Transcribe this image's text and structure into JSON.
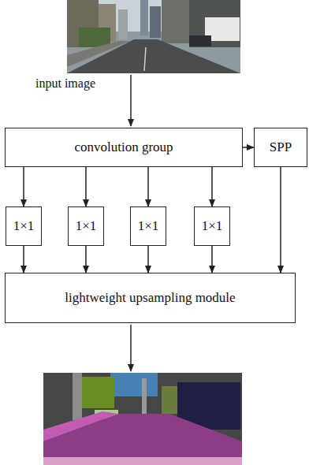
{
  "diagram": {
    "nodes": [
      {
        "text": [
          "convolution group"
        ]
      },
      {
        "text": [
          "SPP"
        ]
      },
      {
        "text": [
          "1×1"
        ]
      },
      {
        "text": [
          "1×1"
        ]
      },
      {
        "text": [
          "1×1"
        ]
      },
      {
        "text": [
          "1×1"
        ]
      },
      {
        "text": [
          "lightweight upsampling module"
        ]
      }
    ],
    "edges": [
      {
        "from": 0,
        "to": 1,
        "arrow": "to"
      },
      {
        "from": 0,
        "to": 2,
        "arrow": "to"
      },
      {
        "from": 0,
        "to": 3,
        "arrow": "to"
      },
      {
        "from": 0,
        "to": 4,
        "arrow": "to"
      },
      {
        "from": 0,
        "to": 5,
        "arrow": "to"
      },
      {
        "from": 2,
        "to": 6,
        "arrow": "to"
      },
      {
        "from": 3,
        "to": 6,
        "arrow": "to"
      },
      {
        "from": 4,
        "to": 6,
        "arrow": "to"
      },
      {
        "from": 5,
        "to": 6,
        "arrow": "to"
      },
      {
        "from": 1,
        "to": 6,
        "arrow": "to"
      }
    ],
    "labels": [
      "input image"
    ]
  }
}
